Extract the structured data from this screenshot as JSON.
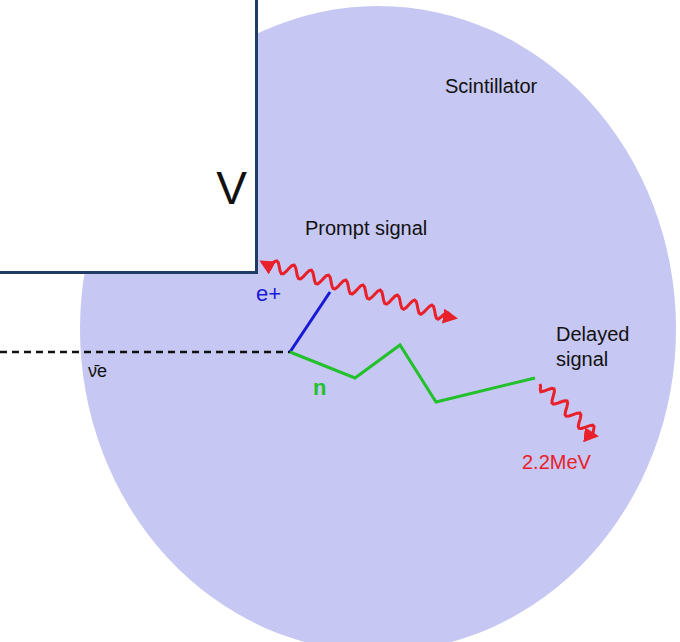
{
  "diagram": {
    "nodes": [
      {
        "text": [
          "V"
        ]
      },
      {
        "text": [
          "Scintillator"
        ]
      }
    ],
    "labels": [
      "Prompt signal",
      "e+",
      "ν̄e",
      "n",
      "Delayed signal",
      "2.2MeV"
    ]
  }
}
